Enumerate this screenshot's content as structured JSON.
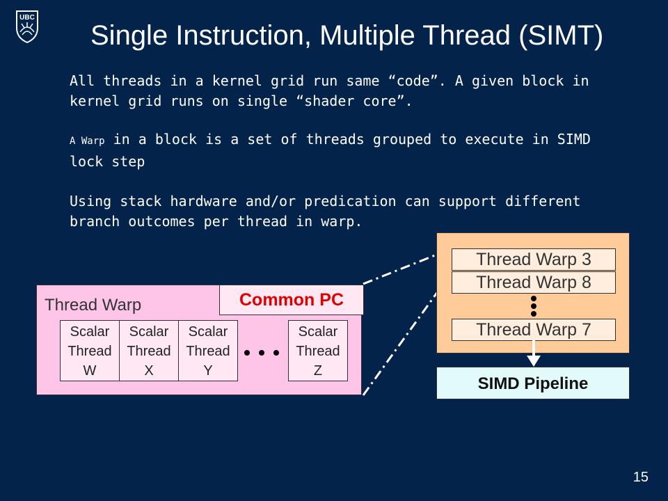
{
  "logo": {
    "text": "UBC"
  },
  "title": "Single Instruction, Multiple Thread (SIMT)",
  "paragraphs": {
    "p1": "All threads in a kernel grid run same “code”.  A given block in kernel grid runs on single “shader core”.",
    "p2_prefix": "A Warp",
    "p2_rest": " in a block is a set of threads grouped to execute in SIMD lock step",
    "p3": "Using stack hardware and/or predication can support different branch outcomes per thread in warp."
  },
  "diagram": {
    "thread_warp_label": "Thread Warp",
    "common_pc_label": "Common PC",
    "scalar_threads": [
      {
        "line1": "Scalar",
        "line2": "Thread",
        "id": "W"
      },
      {
        "line1": "Scalar",
        "line2": "Thread",
        "id": "X"
      },
      {
        "line1": "Scalar",
        "line2": "Thread",
        "id": "Y"
      },
      {
        "line1": "Scalar",
        "line2": "Thread",
        "id": "Z"
      }
    ],
    "warps": [
      "Thread Warp 3",
      "Thread Warp 8",
      "Thread Warp 7"
    ],
    "simd_pipeline_label": "SIMD Pipeline"
  },
  "page_number": "15",
  "colors": {
    "background": "#04234a",
    "thread_warp_box": "#ffc5e8",
    "scalar_thread_box": "#ffe8f3",
    "common_pc_text": "#e00000",
    "scheduler_box": "#ffcc99",
    "warp_box": "#ffeede",
    "simd_box": "#e3fafa"
  }
}
